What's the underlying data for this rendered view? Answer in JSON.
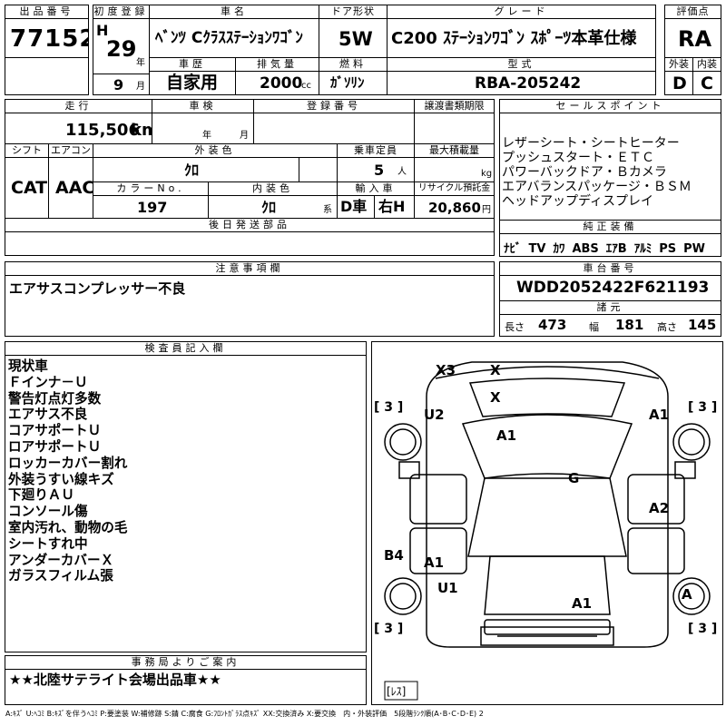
{
  "header": {
    "lot_label": "出品番号",
    "lot_number": "77152",
    "first_reg_label": "初度登録",
    "era": "H",
    "year": "29",
    "year_unit": "年",
    "month": "9",
    "month_unit": "月",
    "car_name_label": "車名",
    "car_name": "ﾍﾞﾝﾂ Cｸﾗｽｽﾃｰｼｮﾝﾜｺﾞﾝ",
    "door_label": "ドア形状",
    "door": "5W",
    "grade_label": "グレード",
    "grade": "C200 ｽﾃｰｼｮﾝﾜｺﾞﾝ ｽﾎﾟｰﾂ本革仕様",
    "score_label": "評価点",
    "score": "RA",
    "history_label": "車歴",
    "history": "自家用",
    "displacement_label": "排気量",
    "displacement": "2000",
    "cc_unit": "cc",
    "fuel_label": "燃料",
    "fuel": "ｶﾞｿﾘﾝ",
    "model_label": "型式",
    "model": "RBA-205242",
    "exterior_label": "外装",
    "exterior_grade": "D",
    "interior_label": "内装",
    "interior_grade": "C"
  },
  "specs": {
    "mileage_label": "走行",
    "mileage": "115,506",
    "km_unit": "km",
    "inspection_label": "車検",
    "inspection_year_unit": "年",
    "inspection_month_unit": "月",
    "reg_label": "登録番号",
    "transfer_label": "譲渡書類期限",
    "shift_label": "シフト",
    "shift": "CAT",
    "ac_label": "エアコン",
    "ac": "AAC",
    "color_label": "外装色",
    "color": "ｸﾛ",
    "capacity_label": "乗車定員",
    "capacity": "5",
    "capacity_unit": "人",
    "load_label": "最大積載量",
    "load_unit": "kg",
    "color_no_label": "カラーNo.",
    "color_no": "197",
    "interior_color_label": "内装色",
    "interior_color": "ｸﾛ",
    "interior_color_unit": "系",
    "import_label": "輸入車",
    "import": "D車",
    "steering": "右H",
    "recycle_label": "リサイクル預託金",
    "recycle": "20,860",
    "yen_unit": "円",
    "later_parts_label": "後日発送部品"
  },
  "sales": {
    "label": "セールスポイント",
    "items": [
      "レザーシート・シートヒーター",
      "プッシュスタート・ＥＴＣ",
      "パワーバックドア・Ｂカメラ",
      "エアバランスパッケージ・ＢＳＭ",
      "ヘッドアップディスプレイ"
    ]
  },
  "equipment": {
    "label": "純正装備",
    "items": [
      "ﾅﾋﾞ",
      "TV",
      "ｶﾜ",
      "ABS",
      "ｴｱB",
      "ｱﾙﾐ",
      "PS",
      "PW"
    ]
  },
  "notes": {
    "label": "注意事項欄",
    "text": "エアサスコンプレッサー不良"
  },
  "chassis": {
    "label": "車台番号",
    "number": "WDD2052422F621193",
    "dims_label": "諸元",
    "length_label": "長さ",
    "length": "473",
    "width_label": "幅",
    "width": "181",
    "height_label": "高さ",
    "height": "145"
  },
  "inspector": {
    "label": "検査員記入欄",
    "lines": [
      "現状車",
      "Ｆインナ－Ｕ",
      "警告灯点灯多数",
      "エアサス不良",
      "コアサポートＵ",
      "ロアサポートＵ",
      "ロッカーカバー割れ",
      "外装うすい線キズ",
      "下廻りＡＵ",
      "コンソール傷",
      "室内汚れ、動物の毛",
      "シートすれ中",
      "アンダーカバーＸ",
      "ガラスフィルム張"
    ]
  },
  "office": {
    "label": "事務局よりご案内",
    "text": "★★北陸サテライト会場出品車★★"
  },
  "diagram": {
    "marks": {
      "x3": "X3",
      "x_top": "X",
      "x_glass": "X",
      "u2": "U2",
      "a1_fl": "A1",
      "a1_hood": "A1",
      "g": "G",
      "a2": "A2",
      "b4": "B4",
      "a1_rl": "A1",
      "u1": "U1",
      "a1_roof": "A1",
      "a_rr": "A"
    },
    "tires": {
      "fl": "[ 3 ]",
      "fr": "[ 3 ]",
      "rl": "[ 3 ]",
      "rr": "[ 3 ]"
    },
    "spare": "[ﾚｽ]"
  },
  "legend": "A:ｷｽﾞ U:ﾍｺﾐ B:ｷｽﾞを伴うﾍｺﾐ P:要塗装 W:補修跡 S:錆 C:腐食 G:ﾌﾛﾝﾄｶﾞﾗｽ点ｷｽﾞ XX:交換済み X:要交換　内・外装評価　5段階ﾗﾝｸ順(A･B･C･D･E) 2"
}
